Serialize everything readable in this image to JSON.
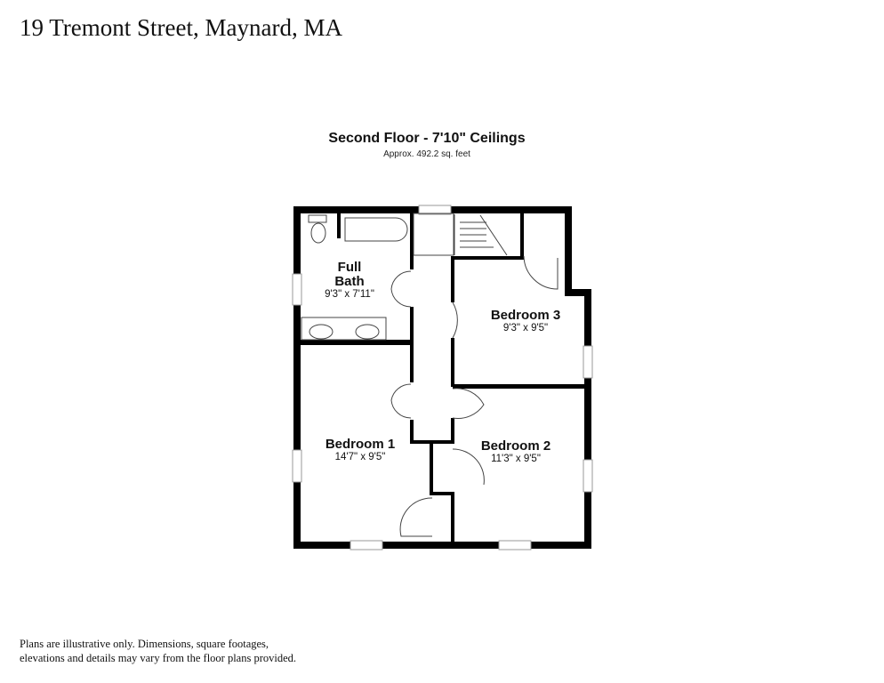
{
  "title": "19 Tremont Street, Maynard, MA",
  "floor": {
    "title": "Second Floor - 7'10\" Ceilings",
    "area": "Approx. 492.2 sq. feet"
  },
  "rooms": [
    {
      "name_line1": "Full",
      "name_line2": "Bath",
      "dims": "9'3\" x 7'11\""
    },
    {
      "name": "Bedroom 3",
      "dims": "9'3\" x 9'5\""
    },
    {
      "name": "Bedroom 1",
      "dims": "14'7\" x 9'5\""
    },
    {
      "name": "Bedroom 2",
      "dims": "11'3\" x 9'5\""
    }
  ],
  "disclaimer_line1": "Plans are illustrative only. Dimensions, square footages,",
  "disclaimer_line2": "elevations and details may vary from the floor plans provided."
}
